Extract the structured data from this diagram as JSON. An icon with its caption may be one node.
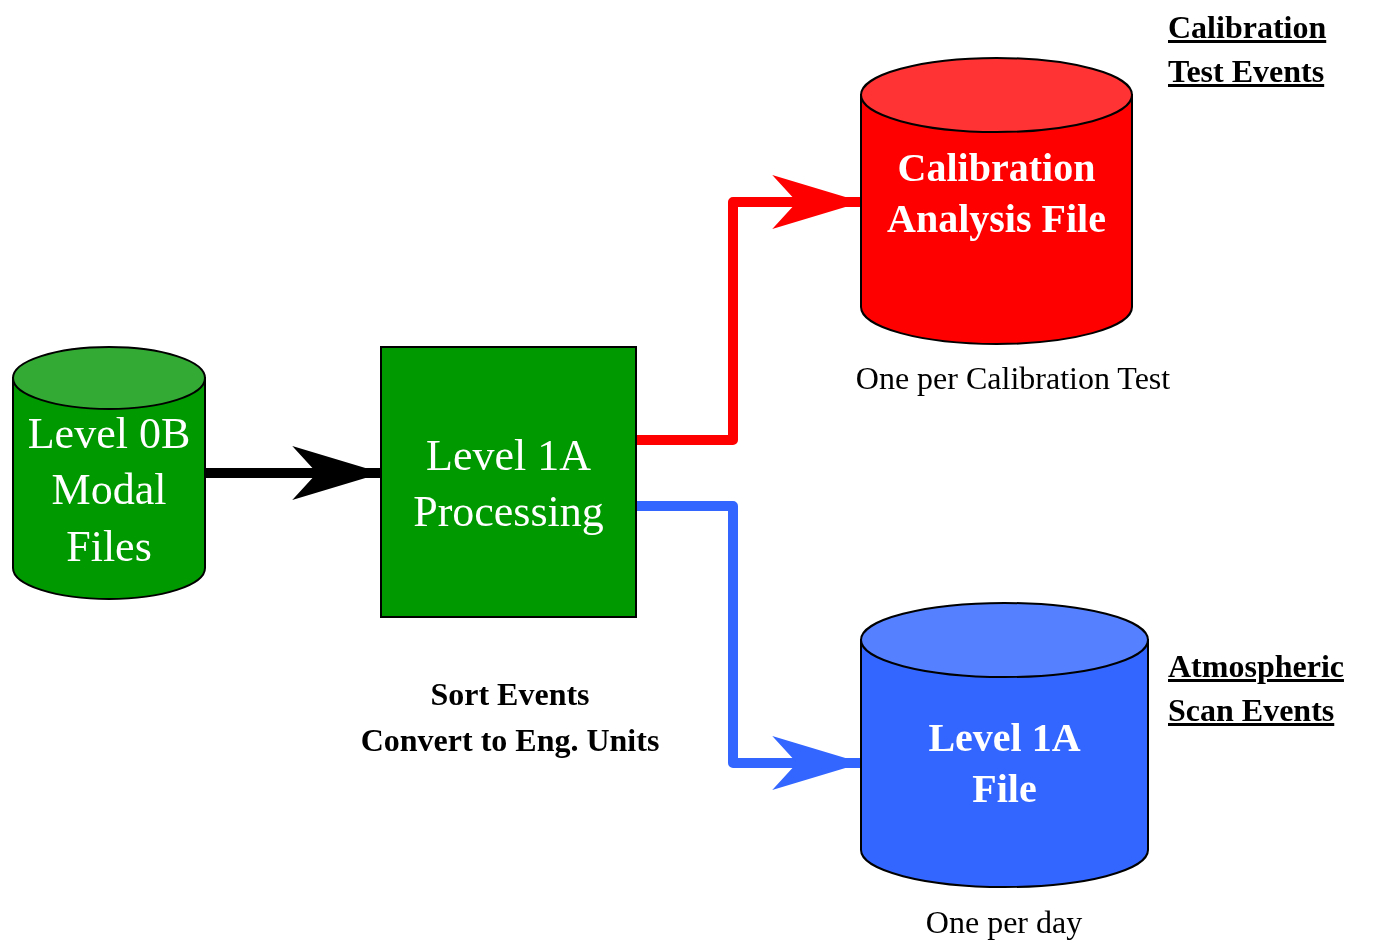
{
  "diagram": {
    "nodes": [
      {
        "text": [
          "Level 0B Modal Files"
        ]
      },
      {
        "text": [
          "Level 1A Processing"
        ],
        "beside": [
          "Sort Events",
          "Convert to Eng. Units"
        ]
      },
      {
        "text": [
          "Calibration Analysis File"
        ],
        "beside": [
          "One per Calibration Test"
        ]
      },
      {
        "text": [
          "Level 1A File"
        ],
        "beside": [
          "One per day"
        ]
      }
    ],
    "edges": [
      {
        "from": 0,
        "to": 1,
        "arrow": "to",
        "color": "#000000"
      },
      {
        "from": 1,
        "to": 2,
        "arrow": "to",
        "color": "#ff0000"
      },
      {
        "from": 1,
        "to": 3,
        "arrow": "to",
        "color": "#3366ff"
      }
    ],
    "labels": [
      "Calibration Test Events",
      "Atmospheric Scan Events"
    ]
  }
}
